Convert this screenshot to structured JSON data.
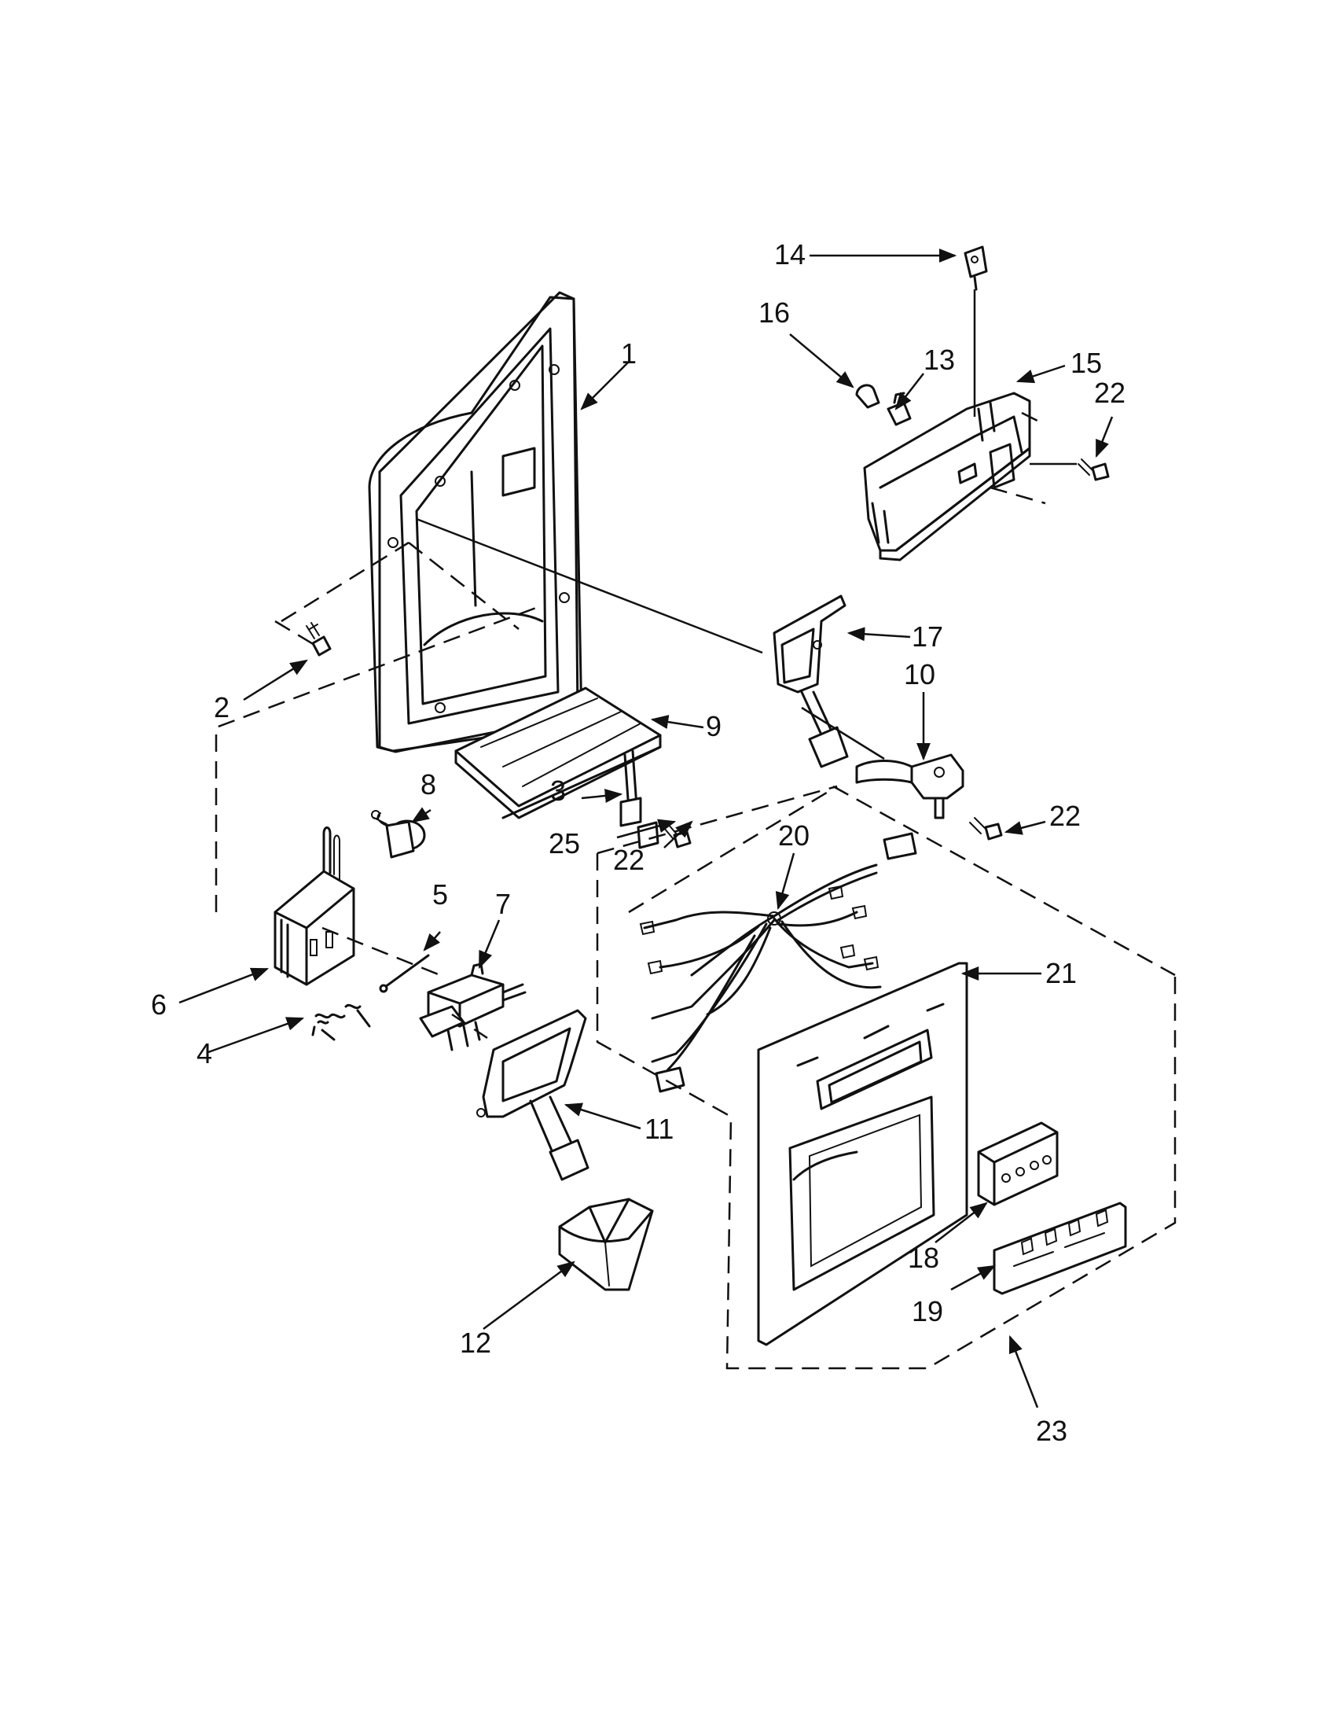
{
  "callouts": [
    {
      "id": "c1",
      "label": "1"
    },
    {
      "id": "c2",
      "label": "2"
    },
    {
      "id": "c3",
      "label": "3"
    },
    {
      "id": "c4",
      "label": "4"
    },
    {
      "id": "c5",
      "label": "5"
    },
    {
      "id": "c6",
      "label": "6"
    },
    {
      "id": "c7",
      "label": "7"
    },
    {
      "id": "c8",
      "label": "8"
    },
    {
      "id": "c9",
      "label": "9"
    },
    {
      "id": "c10",
      "label": "10"
    },
    {
      "id": "c11",
      "label": "11"
    },
    {
      "id": "c12",
      "label": "12"
    },
    {
      "id": "c13",
      "label": "13"
    },
    {
      "id": "c14",
      "label": "14"
    },
    {
      "id": "c15",
      "label": "15"
    },
    {
      "id": "c16",
      "label": "16"
    },
    {
      "id": "c17",
      "label": "17"
    },
    {
      "id": "c18",
      "label": "18"
    },
    {
      "id": "c19",
      "label": "19"
    },
    {
      "id": "c20",
      "label": "20"
    },
    {
      "id": "c21",
      "label": "21"
    },
    {
      "id": "c22a",
      "label": "22"
    },
    {
      "id": "c22b",
      "label": "22"
    },
    {
      "id": "c22c",
      "label": "22"
    },
    {
      "id": "c23",
      "label": "23"
    },
    {
      "id": "c25",
      "label": "25"
    }
  ]
}
